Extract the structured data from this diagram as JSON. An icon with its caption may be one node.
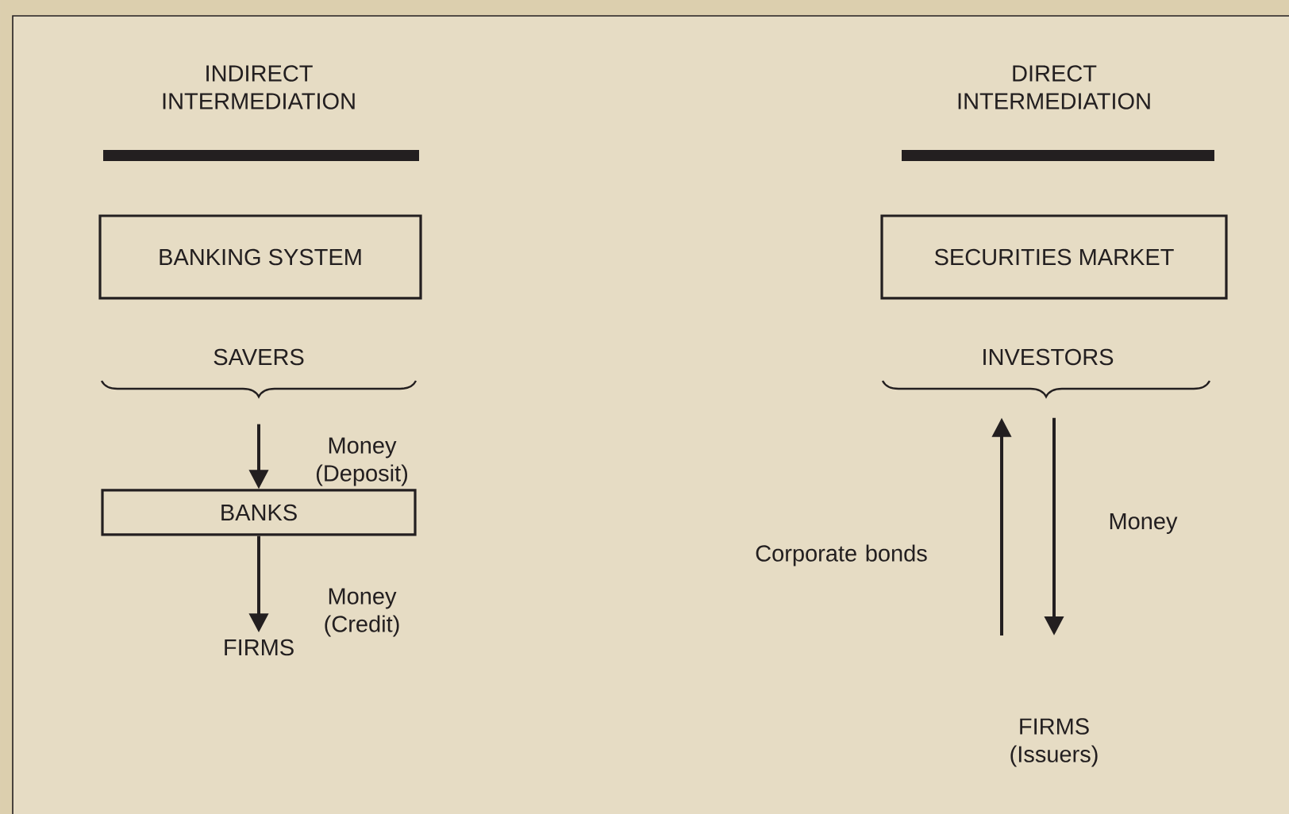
{
  "diagram": {
    "nodes": [
      {
        "text": [
          "BANKING SYSTEM"
        ]
      },
      {
        "text": [
          "SAVERS"
        ]
      },
      {
        "text": [
          "BANKS"
        ]
      },
      {
        "text": [
          "FIRMS"
        ]
      },
      {
        "text": [
          "SECURITIES MARKET"
        ]
      },
      {
        "text": [
          "INVESTORS"
        ]
      },
      {
        "text": [
          "FIRMS (Issuers)"
        ]
      }
    ],
    "edges": [
      {
        "from": 1,
        "to": 2,
        "arrow": "to",
        "label": "Money (Deposit)"
      },
      {
        "from": 2,
        "to": 3,
        "arrow": "to",
        "label": "Money (Credit)"
      },
      {
        "from": 6,
        "to": 5,
        "arrow": "to",
        "label": "Corporate bonds"
      },
      {
        "from": 5,
        "to": 6,
        "arrow": "to",
        "label": "Money"
      }
    ],
    "labels": [
      "INDIRECT INTERMEDIATION",
      "DIRECT INTERMEDIATION"
    ]
  }
}
